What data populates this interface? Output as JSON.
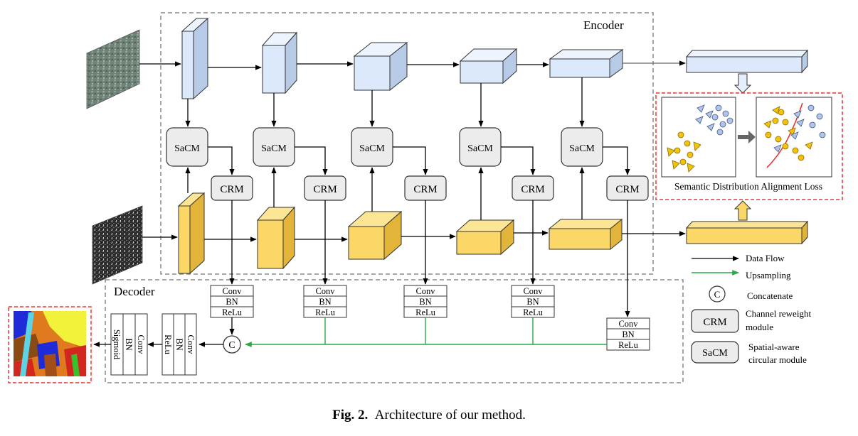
{
  "encoder_label": "Encoder",
  "decoder_label": "Decoder",
  "sacm_label": "SaCM",
  "crm_label": "CRM",
  "conv_label": "Conv",
  "bn_label": "BN",
  "relu_label": "ReLu",
  "sigmoid_label": "Sigmoid",
  "concat_symbol": "C",
  "loss_label": "Semantic Distribution Alignment Loss",
  "legend": {
    "data_flow": "Data Flow",
    "upsampling": "Upsampling",
    "concatenate": "Concatenate",
    "crm_line1": "Channel reweight",
    "crm_line2": "module",
    "sacm_line1": "Spatial-aware",
    "sacm_line2": "circular module"
  },
  "caption": {
    "fig": "Fig. 2.",
    "text": "Architecture of our method."
  },
  "colors": {
    "encoder_feature": "#dce9fb",
    "decoder_feature": "#fbd767",
    "module_fill": "#ececec",
    "upsample_line": "#2aa84a",
    "loss_border": "#e8352e",
    "class_yellow": "#f4c20d",
    "class_blue": "#aec6ef"
  }
}
